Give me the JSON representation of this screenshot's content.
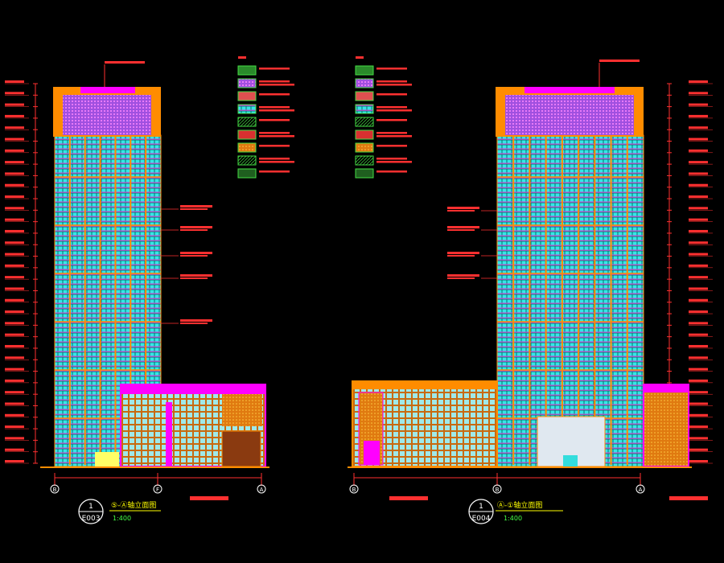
{
  "sheet": {
    "background": "#000000",
    "colors": {
      "glass_cyan": "#00e5e5",
      "frame_orange": "#ff8c00",
      "accent_magenta": "#ff00ff",
      "dim_red": "#ff2020",
      "legend_green": "#33cc33",
      "text_white": "#ffffff",
      "text_green": "#44ff44",
      "text_yellow": "#ffff00"
    }
  },
  "views": [
    {
      "id": "left",
      "drawing_no": "E003",
      "circle_no": "1",
      "title": "⑤-Ⓐ轴立面图",
      "scale": "1:400"
    },
    {
      "id": "right",
      "drawing_no": "E004",
      "circle_no": "1",
      "title": "Ⓐ-①轴立面图",
      "scale": "1:400"
    }
  ],
  "grid_bubbles_left": [
    "B",
    "F",
    "A"
  ],
  "grid_bubbles_right": [
    "B",
    "B",
    "A"
  ],
  "legend_rows": 9
}
